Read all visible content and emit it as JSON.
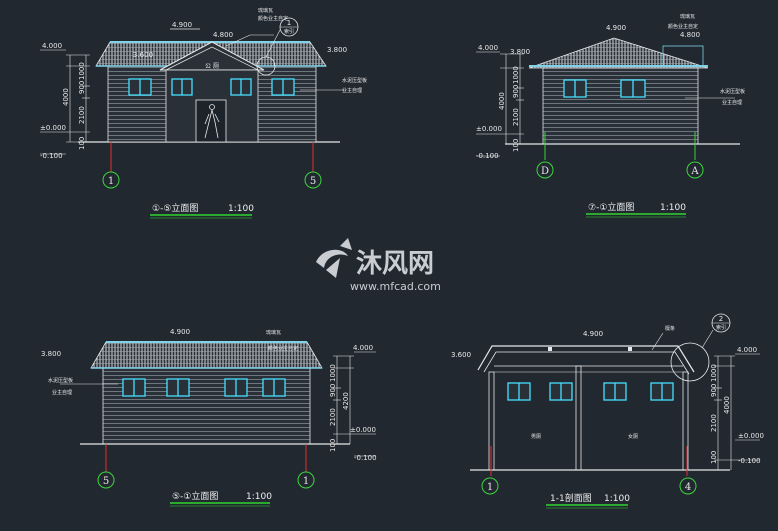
{
  "views": {
    "front": {
      "title": "①-⑤立面图",
      "scale": "1:100",
      "top_level": "4.900",
      "ridge_level": "4.800",
      "eave_level": "3.800",
      "eave_level_left": "3.600",
      "room_sign": "公 厕",
      "note_roof_1": "琉璃瓦",
      "note_roof_2": "颜色业主自定",
      "note_wall_1": "水泥压型板",
      "note_wall_2": "业主自理",
      "detail_no": "1",
      "detail_ref": "索引",
      "dim_top": "4.000",
      "dim_total": "4000",
      "dim_a": "1000",
      "dim_b": "900",
      "dim_c": "2100",
      "dim_d": "100",
      "level_zero": "±0.000",
      "level_neg": "-0.100",
      "axis_left": "1",
      "axis_right": "5"
    },
    "side": {
      "title": "⑦-①立面图",
      "scale": "1:100",
      "top_level": "4.900",
      "ridge_level": "4.800",
      "eave_level": "3.800",
      "note_roof_1": "琉璃瓦",
      "note_roof_2": "颜色业主自定",
      "note_wall_1": "水泥压型板",
      "note_wall_2": "业主自理",
      "dim_top": "4.000",
      "dim_total": "4000",
      "dim_a": "1000",
      "dim_b": "900",
      "dim_c": "2100",
      "dim_d": "100",
      "level_zero": "±0.000",
      "level_neg": "-0.100",
      "axis_left": "D",
      "axis_right": "A"
    },
    "rear": {
      "title": "⑤-①立面图",
      "scale": "1:100",
      "top_level": "4.900",
      "eave_level": "3.800",
      "note_roof_1": "琉璃瓦",
      "note_roof_2": "颜色业主自定",
      "note_wall_1": "水泥压型板",
      "note_wall_2": "业主自理",
      "dim_top": "4.000",
      "dim_total": "4200",
      "dim_a": "1000",
      "dim_b": "900",
      "dim_c": "2100",
      "dim_d": "100",
      "level_zero": "±0.000",
      "level_neg": "-0.100",
      "axis_left": "5",
      "axis_right": "1"
    },
    "section": {
      "title": "1-1剖面图",
      "scale": "1:100",
      "top_level": "4.900",
      "eave_level": "3.600",
      "room_left": "男厕",
      "room_right": "女厕",
      "detail_no": "2",
      "detail_ref": "索引",
      "note_roof": "檩条",
      "dim_top": "4.000",
      "dim_total": "4000",
      "dim_a": "1000",
      "dim_b": "900",
      "dim_c": "2100",
      "dim_d": "100",
      "level_zero": "±0.000",
      "level_neg": "-0.100",
      "axis_left": "1",
      "axis_right": "4"
    }
  },
  "watermark": {
    "brand": "沐风网",
    "url": "www.mfcad.com"
  },
  "colors": {
    "background": "#212830",
    "lines": "#e8e8e8",
    "roof": "#7fd3e8",
    "windows": "#46e0ff",
    "axis_lines": "#e03030",
    "axis_circles": "#3cd63c",
    "title_underline": "#2fd52f"
  }
}
